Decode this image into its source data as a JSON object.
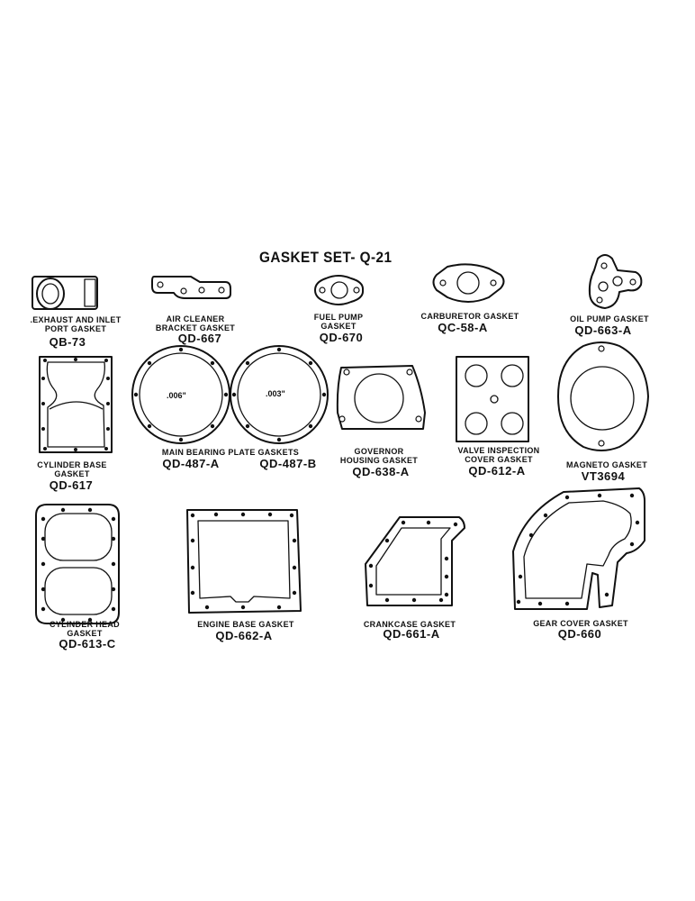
{
  "title": "GASKET SET- Q-21",
  "parts": {
    "exhaust": {
      "label": [
        ".EXHAUST AND INLET",
        "PORT GASKET"
      ],
      "number": "QB-73"
    },
    "air_cleaner": {
      "label": [
        "AIR CLEANER",
        "BRACKET GASKET"
      ],
      "number": "QD-667"
    },
    "fuel_pump": {
      "label": [
        "FUEL PUMP",
        "GASKET"
      ],
      "number": "QD-670"
    },
    "carburetor": {
      "label": [
        "CARBURETOR GASKET"
      ],
      "number": "QC-58-A"
    },
    "oil_pump": {
      "label": [
        "OIL PUMP GASKET"
      ],
      "number": "QD-663-A"
    },
    "cylinder_base": {
      "label": [
        "CYLINDER BASE",
        "GASKET"
      ],
      "number": "QD-617"
    },
    "main_bearing": {
      "label": [
        "MAIN BEARING PLATE GASKETS"
      ],
      "number_a": "QD-487-A",
      "number_b": "QD-487-B",
      "thickness_a": ".006\"",
      "thickness_b": ".003\""
    },
    "governor": {
      "label": [
        "GOVERNOR",
        "HOUSING GASKET"
      ],
      "number": "QD-638-A"
    },
    "valve": {
      "label": [
        "VALVE INSPECTION",
        "COVER GASKET"
      ],
      "number": "QD-612-A"
    },
    "magneto": {
      "label": [
        "MAGNETO GASKET"
      ],
      "number": "VT3694"
    },
    "cylinder_head": {
      "label": [
        "CYLINDER HEAD",
        "GASKET"
      ],
      "number": "QD-613-C"
    },
    "engine_base": {
      "label": [
        "ENGINE BASE GASKET"
      ],
      "number": "QD-662-A"
    },
    "crankcase": {
      "label": [
        "CRANKCASE GASKET"
      ],
      "number": "QD-661-A"
    },
    "gear_cover": {
      "label": [
        "GEAR COVER GASKET"
      ],
      "number": "QD-660"
    }
  }
}
